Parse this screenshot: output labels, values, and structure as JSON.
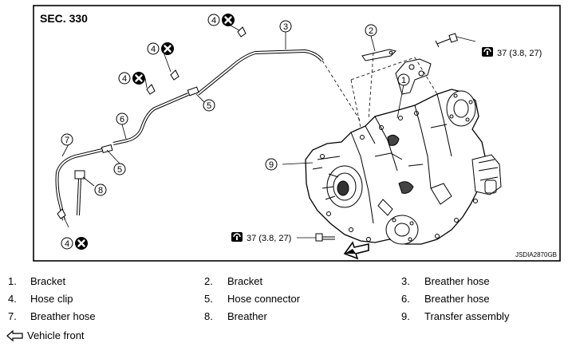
{
  "section": "SEC. 330",
  "callouts": {
    "c1": "1",
    "c2": "2",
    "c3": "3",
    "c5a": "5",
    "c5b": "5",
    "c6": "6",
    "c7": "7",
    "c8": "8",
    "c9": "9",
    "c4a": "4",
    "c4b": "4",
    "c4c": "4",
    "c4d": "4"
  },
  "torque_top": "37 (3.8, 27)",
  "torque_bottom": "37 (3.8, 27)",
  "figure_id": "JSDIA2870GB",
  "legend": [
    [
      {
        "num": "1.",
        "text": "Bracket"
      },
      {
        "num": "2.",
        "text": "Bracket"
      },
      {
        "num": "3.",
        "text": "Breather hose"
      }
    ],
    [
      {
        "num": "4.",
        "text": "Hose clip"
      },
      {
        "num": "5.",
        "text": "Hose connector"
      },
      {
        "num": "6.",
        "text": "Breather hose"
      }
    ],
    [
      {
        "num": "7.",
        "text": "Breather hose"
      },
      {
        "num": "8.",
        "text": "Breather"
      },
      {
        "num": "9.",
        "text": "Transfer assembly"
      }
    ]
  ],
  "vehicle_front": "Vehicle front",
  "icons": [
    "do-not-reuse-icon",
    "torque-wrench-icon",
    "front-arrow-icon"
  ]
}
